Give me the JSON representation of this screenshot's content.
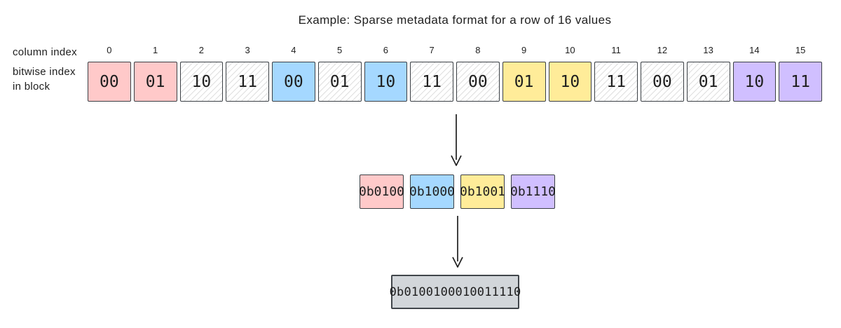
{
  "title": "Example: Sparse metadata format for a row of 16 values",
  "labels": {
    "column_index": "column index",
    "bitwise_index_line1": "bitwise index",
    "bitwise_index_line2": "in block"
  },
  "palette": {
    "pink": "#FFC9C9",
    "blue": "#A5D8FF",
    "yellow": "#FFEC99",
    "purple": "#D0BFFF",
    "gray": "#D2D6DA",
    "stroke": "#3a3f44",
    "hatch_line": "rgba(110,110,110,0.22)"
  },
  "bitwise_row": {
    "cells": [
      {
        "column_index": "0",
        "value": "00",
        "color": "pink"
      },
      {
        "column_index": "1",
        "value": "01",
        "color": "pink"
      },
      {
        "column_index": "2",
        "value": "10",
        "color": "hatch"
      },
      {
        "column_index": "3",
        "value": "11",
        "color": "hatch"
      },
      {
        "column_index": "4",
        "value": "00",
        "color": "blue"
      },
      {
        "column_index": "5",
        "value": "01",
        "color": "hatch"
      },
      {
        "column_index": "6",
        "value": "10",
        "color": "blue"
      },
      {
        "column_index": "7",
        "value": "11",
        "color": "hatch"
      },
      {
        "column_index": "8",
        "value": "00",
        "color": "hatch"
      },
      {
        "column_index": "9",
        "value": "01",
        "color": "yellow"
      },
      {
        "column_index": "10",
        "value": "10",
        "color": "yellow"
      },
      {
        "column_index": "11",
        "value": "11",
        "color": "hatch"
      },
      {
        "column_index": "12",
        "value": "00",
        "color": "hatch"
      },
      {
        "column_index": "13",
        "value": "01",
        "color": "hatch"
      },
      {
        "column_index": "14",
        "value": "10",
        "color": "purple"
      },
      {
        "column_index": "15",
        "value": "11",
        "color": "purple"
      }
    ]
  },
  "group_row": {
    "cells": [
      {
        "value": "0b0100",
        "color": "pink"
      },
      {
        "value": "0b1000",
        "color": "blue"
      },
      {
        "value": "0b1001",
        "color": "yellow"
      },
      {
        "value": "0b1110",
        "color": "purple"
      }
    ]
  },
  "packed": {
    "value": "0b0100100010011110",
    "color": "gray"
  }
}
